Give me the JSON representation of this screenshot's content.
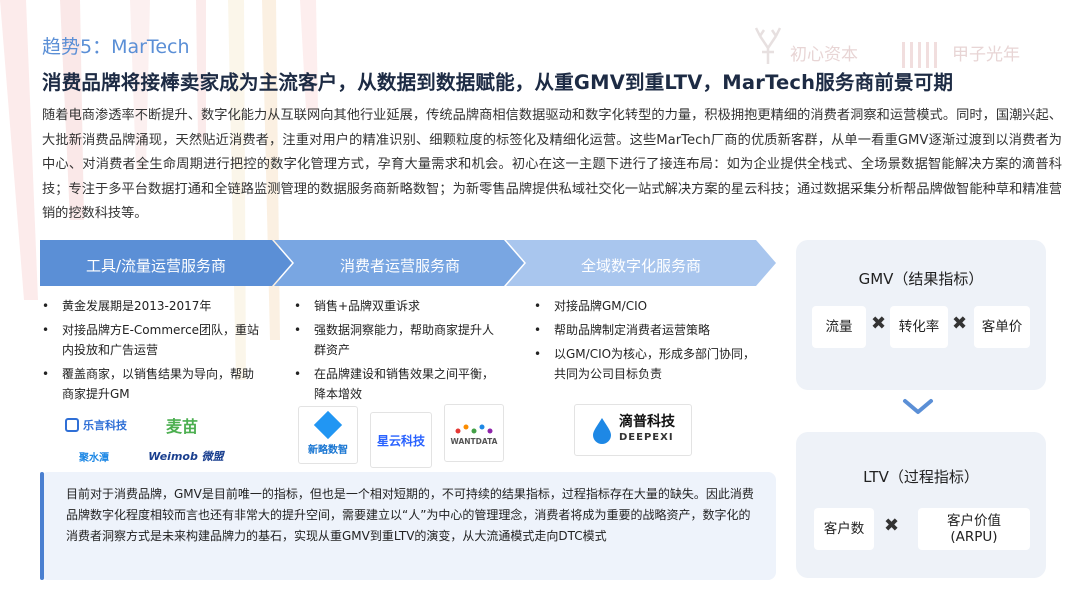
{
  "header": {
    "trend_title": "趋势5：MarTech",
    "headline": "消费品牌将接棒卖家成为主流客户，从数据到数据赋能，从重GMV到重LTV，MarTech服务商前景可期",
    "watermark_left": "初心资本",
    "watermark_right": "甲子光年"
  },
  "body_paragraph": "随着电商渗透率不断提升、数字化能力从互联网向其他行业延展，传统品牌商相信数据驱动和数字化转型的力量，积极拥抱更精细的消费者洞察和运营模式。同时，国潮兴起、大批新消费品牌涌现，天然贴近消费者，注重对用户的精准识别、细颗粒度的标签化及精细化运营。这些MarTech厂商的优质新客群，从单一看重GMV逐渐过渡到以消费者为中心、对消费者全生命周期进行把控的数字化管理方式，孕育大量需求和机会。初心在这一主题下进行了接连布局：如为企业提供全栈式、全场景数据智能解决方案的滴普科技；专注于多平台数据打通和全链路监测管理的数据服务商新略数智；为新零售品牌提供私域社交化一站式解决方案的星云科技；通过数据采集分析帮品牌做智能种草和精准营销的挖数科技等。",
  "columns": [
    {
      "label": "工具/流量运营服务商",
      "color": "#5b8fd6",
      "bullets": [
        "黄金发展期是2013-2017年",
        "对接品牌方E-Commerce团队，重站内投放和广告运营",
        "覆盖商家，以销售结果为导向，帮助商家提升GM"
      ],
      "logos": [
        "乐言科技",
        "麦苗",
        "聚水潭",
        "Weimob 微盟"
      ]
    },
    {
      "label": "消费者运营服务商",
      "color": "#79a6e2",
      "bullets": [
        "销售+品牌双重诉求",
        "强数据洞察能力，帮助商家提升人群资产",
        "在品牌建设和销售效果之间平衡，降本增效"
      ],
      "logos": [
        "新略数智",
        "星云科技",
        "WANTDATA"
      ]
    },
    {
      "label": "全域数字化服务商",
      "color": "#a9c6ee",
      "bullets": [
        "对接品牌GM/CIO",
        "帮助品牌制定消费者运营策略",
        "以GM/CIO为核心，形成多部门协同，共同为公司目标负责"
      ],
      "logos": [
        "滴普科技",
        "DEEPEXI"
      ]
    }
  ],
  "note": "目前对于消费品牌，GMV是目前唯一的指标，但也是一个相对短期的，不可持续的结果指标，过程指标存在大量的缺失。因此消费品牌数字化程度相较而言也还有非常大的提升空间，需要建立以“人”为中心的管理理念，消费者将成为重要的战略资产，数字化的消费者洞察方式是未来构建品牌力的基石，实现从重GMV到重LTV的演变，从大流通模式走向DTC模式",
  "gmv_panel": {
    "title": "GMV（结果指标）",
    "items": [
      "流量",
      "转化率",
      "客单价"
    ],
    "operator": "✖"
  },
  "ltv_panel": {
    "title": "LTV（过程指标）",
    "items": [
      "客户数",
      "客户价值\n(ARPU)"
    ],
    "operator": "✖"
  },
  "colors": {
    "accent": "#5b8fd6",
    "panel_bg": "#eef2f8",
    "note_bg": "#eef3fb",
    "headline": "#1d2b44"
  }
}
